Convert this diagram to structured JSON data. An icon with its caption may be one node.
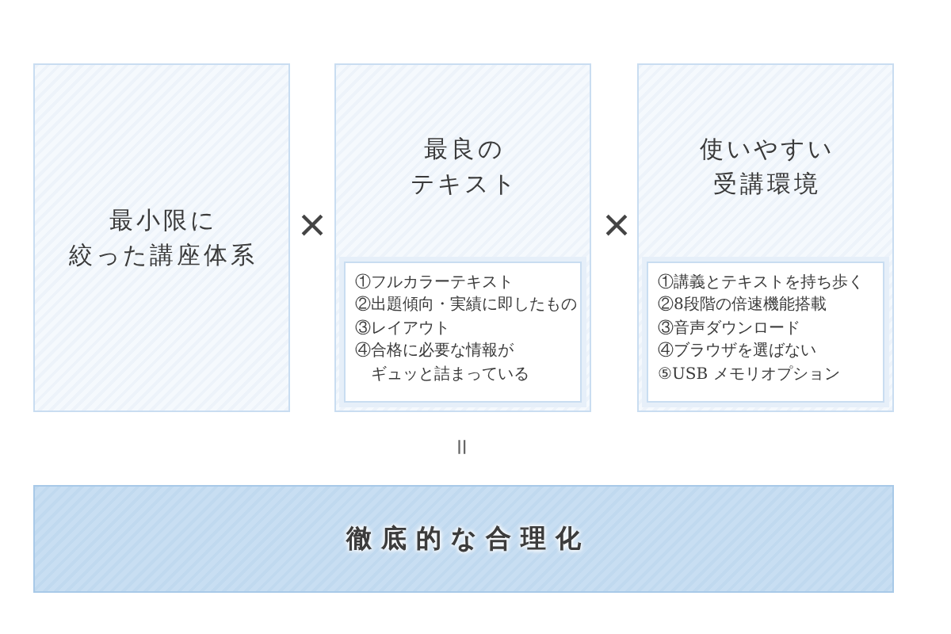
{
  "diagram": {
    "nodes": [
      {
        "text": [
          "最小限に絞った講座体系"
        ]
      },
      {
        "text": [
          "最良のテキスト"
        ]
      },
      {
        "text": [
          "①フルカラーテキスト",
          "②出題傾向・実績に即したもの",
          "③レイアウト",
          "④合格に必要な情報がギュッと詰まっている"
        ],
        "in": 1
      },
      {
        "text": [
          "使いやすい受講環境"
        ]
      },
      {
        "text": [
          "①講義とテキストを持ち歩く",
          "②8段階の倍速機能搭載",
          "③音声ダウンロード",
          "④ブラウザを選ばない",
          "⑤USB メモリオプション"
        ],
        "in": 3
      },
      {
        "text": [
          "徹底的な合理化"
        ]
      }
    ],
    "labels": [
      "×",
      "×",
      "＝"
    ]
  }
}
